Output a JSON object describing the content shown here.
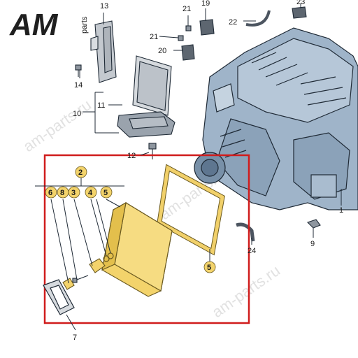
{
  "logo": {
    "brand": "AM",
    "suffix": "parts",
    "brand_color": "#1f1f1f",
    "accent_color": "#1e5aa8"
  },
  "watermarks": [
    "am-parts.ru",
    "am-parts.ru",
    "am-parts.ru"
  ],
  "highlight_color": "#d01c1c",
  "badge_color": "#f3d36b",
  "callouts": {
    "c1": "1",
    "c2": "2",
    "c3": "3",
    "c4": "4",
    "c5a": "5",
    "c5b": "5",
    "c6": "6",
    "c7": "7",
    "c8": "8",
    "c9": "9",
    "c10": "10",
    "c11": "11",
    "c12": "12",
    "c13": "13",
    "c14": "14",
    "c19": "19",
    "c20": "20",
    "c21a": "21",
    "c21b": "21",
    "c22": "22",
    "c23": "23",
    "c24": "24"
  }
}
